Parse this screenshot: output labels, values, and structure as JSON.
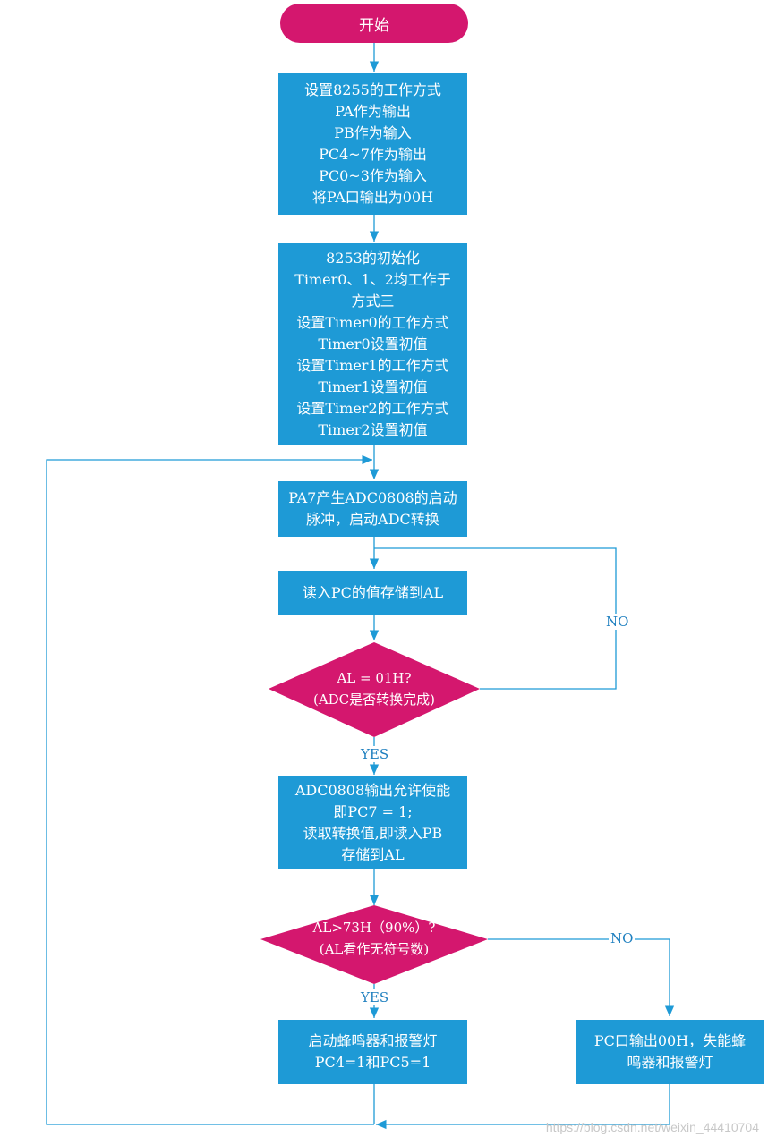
{
  "start": "开始",
  "box1": [
    "设置8255的工作方式",
    "PA作为输出",
    "PB作为输入",
    "PC4~7作为输出",
    "PC0~3作为输入",
    "将PA口输出为00H"
  ],
  "box2": [
    "8253的初始化",
    "Timer0、1、2均工作于",
    "方式三",
    "设置Timer0的工作方式",
    "Timer0设置初值",
    "设置Timer1的工作方式",
    "Timer1设置初值",
    "设置Timer2的工作方式",
    "Timer2设置初值"
  ],
  "box3": [
    "PA7产生ADC0808的启动",
    "脉冲，启动ADC转换"
  ],
  "box4": "读入PC的值存储到AL",
  "decision1": [
    "AL = 01H?",
    "(ADC是否转换完成)"
  ],
  "box5": [
    "ADC0808输出允许使能",
    "即PC7 = 1;",
    "读取转换值,即读入PB",
    "存储到AL"
  ],
  "decision2": [
    "AL>73H（90%）?",
    "(AL看作无符号数)"
  ],
  "box6": [
    "启动蜂鸣器和报警灯",
    "PC4=1和PC5=1"
  ],
  "box7": [
    "PC口输出00H，失能蜂",
    "鸣器和报警灯"
  ],
  "labels": {
    "no1": "NO",
    "yes1": "YES",
    "no2": "NO",
    "yes2": "YES"
  },
  "watermark": "https://blog.csdn.net/weixin_44410704",
  "colors": {
    "box": "#1e9ad6",
    "start": "#d4176e",
    "decision": "#d4176e",
    "line": "#1e9ad6"
  }
}
